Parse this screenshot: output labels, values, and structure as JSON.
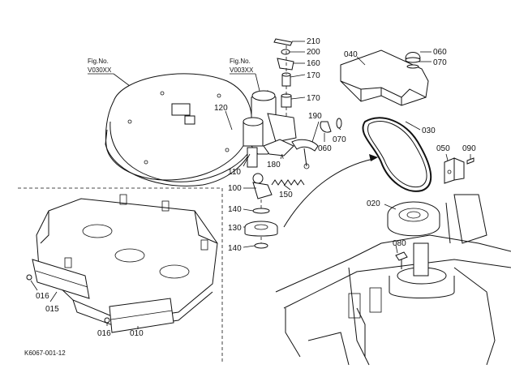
{
  "figure_refs": [
    {
      "line1": "Fig.No.",
      "line2": "V030XX"
    },
    {
      "line1": "Fig.No.",
      "line2": "V003XX"
    }
  ],
  "part_numbers": {
    "p210": "210",
    "p200": "200",
    "p160": "160",
    "p170a": "170",
    "p170b": "170",
    "p190": "190",
    "p120": "120",
    "p110": "110",
    "p180": "180",
    "p100": "100",
    "p150": "150",
    "p140a": "140",
    "p130": "130",
    "p140b": "140",
    "p040": "040",
    "p060a": "060",
    "p070a": "070",
    "p030": "030",
    "p060b": "060",
    "p070b": "070",
    "p050": "050",
    "p090": "090",
    "p020": "020",
    "p080": "080",
    "p016a": "016",
    "p015": "015",
    "p016b": "016",
    "p010": "010"
  },
  "drawing_code": "K6067-001-12"
}
